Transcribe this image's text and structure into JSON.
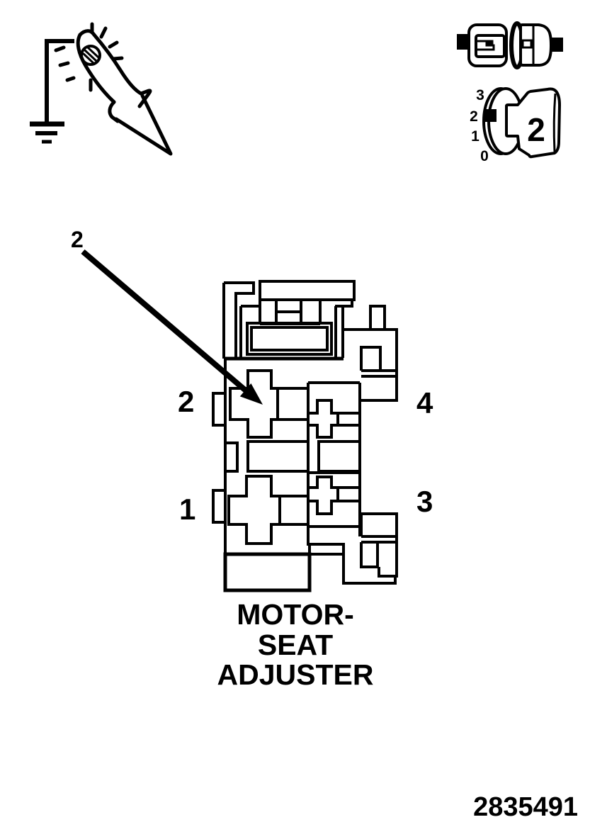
{
  "diagram": {
    "colors": {
      "ink": "#000000",
      "background": "#ffffff"
    },
    "tools": {
      "test_light": {
        "icon": "grounded-test-light-icon"
      },
      "connector_pair": {
        "icon": "terminal-connector-icon"
      },
      "dial": {
        "icon": "rotary-dial-icon",
        "scale_labels": [
          "3",
          "2",
          "1",
          "0"
        ],
        "selected_value": "2"
      }
    },
    "callout": {
      "label": "2"
    },
    "connector": {
      "pins": [
        {
          "id": "pin-2",
          "label": "2",
          "side": "left-top"
        },
        {
          "id": "pin-1",
          "label": "1",
          "side": "left-bottom"
        },
        {
          "id": "pin-4",
          "label": "4",
          "side": "right-top"
        },
        {
          "id": "pin-3",
          "label": "3",
          "side": "right-bottom"
        }
      ],
      "component_name_lines": [
        "MOTOR-",
        "SEAT",
        "ADJUSTER"
      ]
    },
    "part_number": "2835491"
  }
}
